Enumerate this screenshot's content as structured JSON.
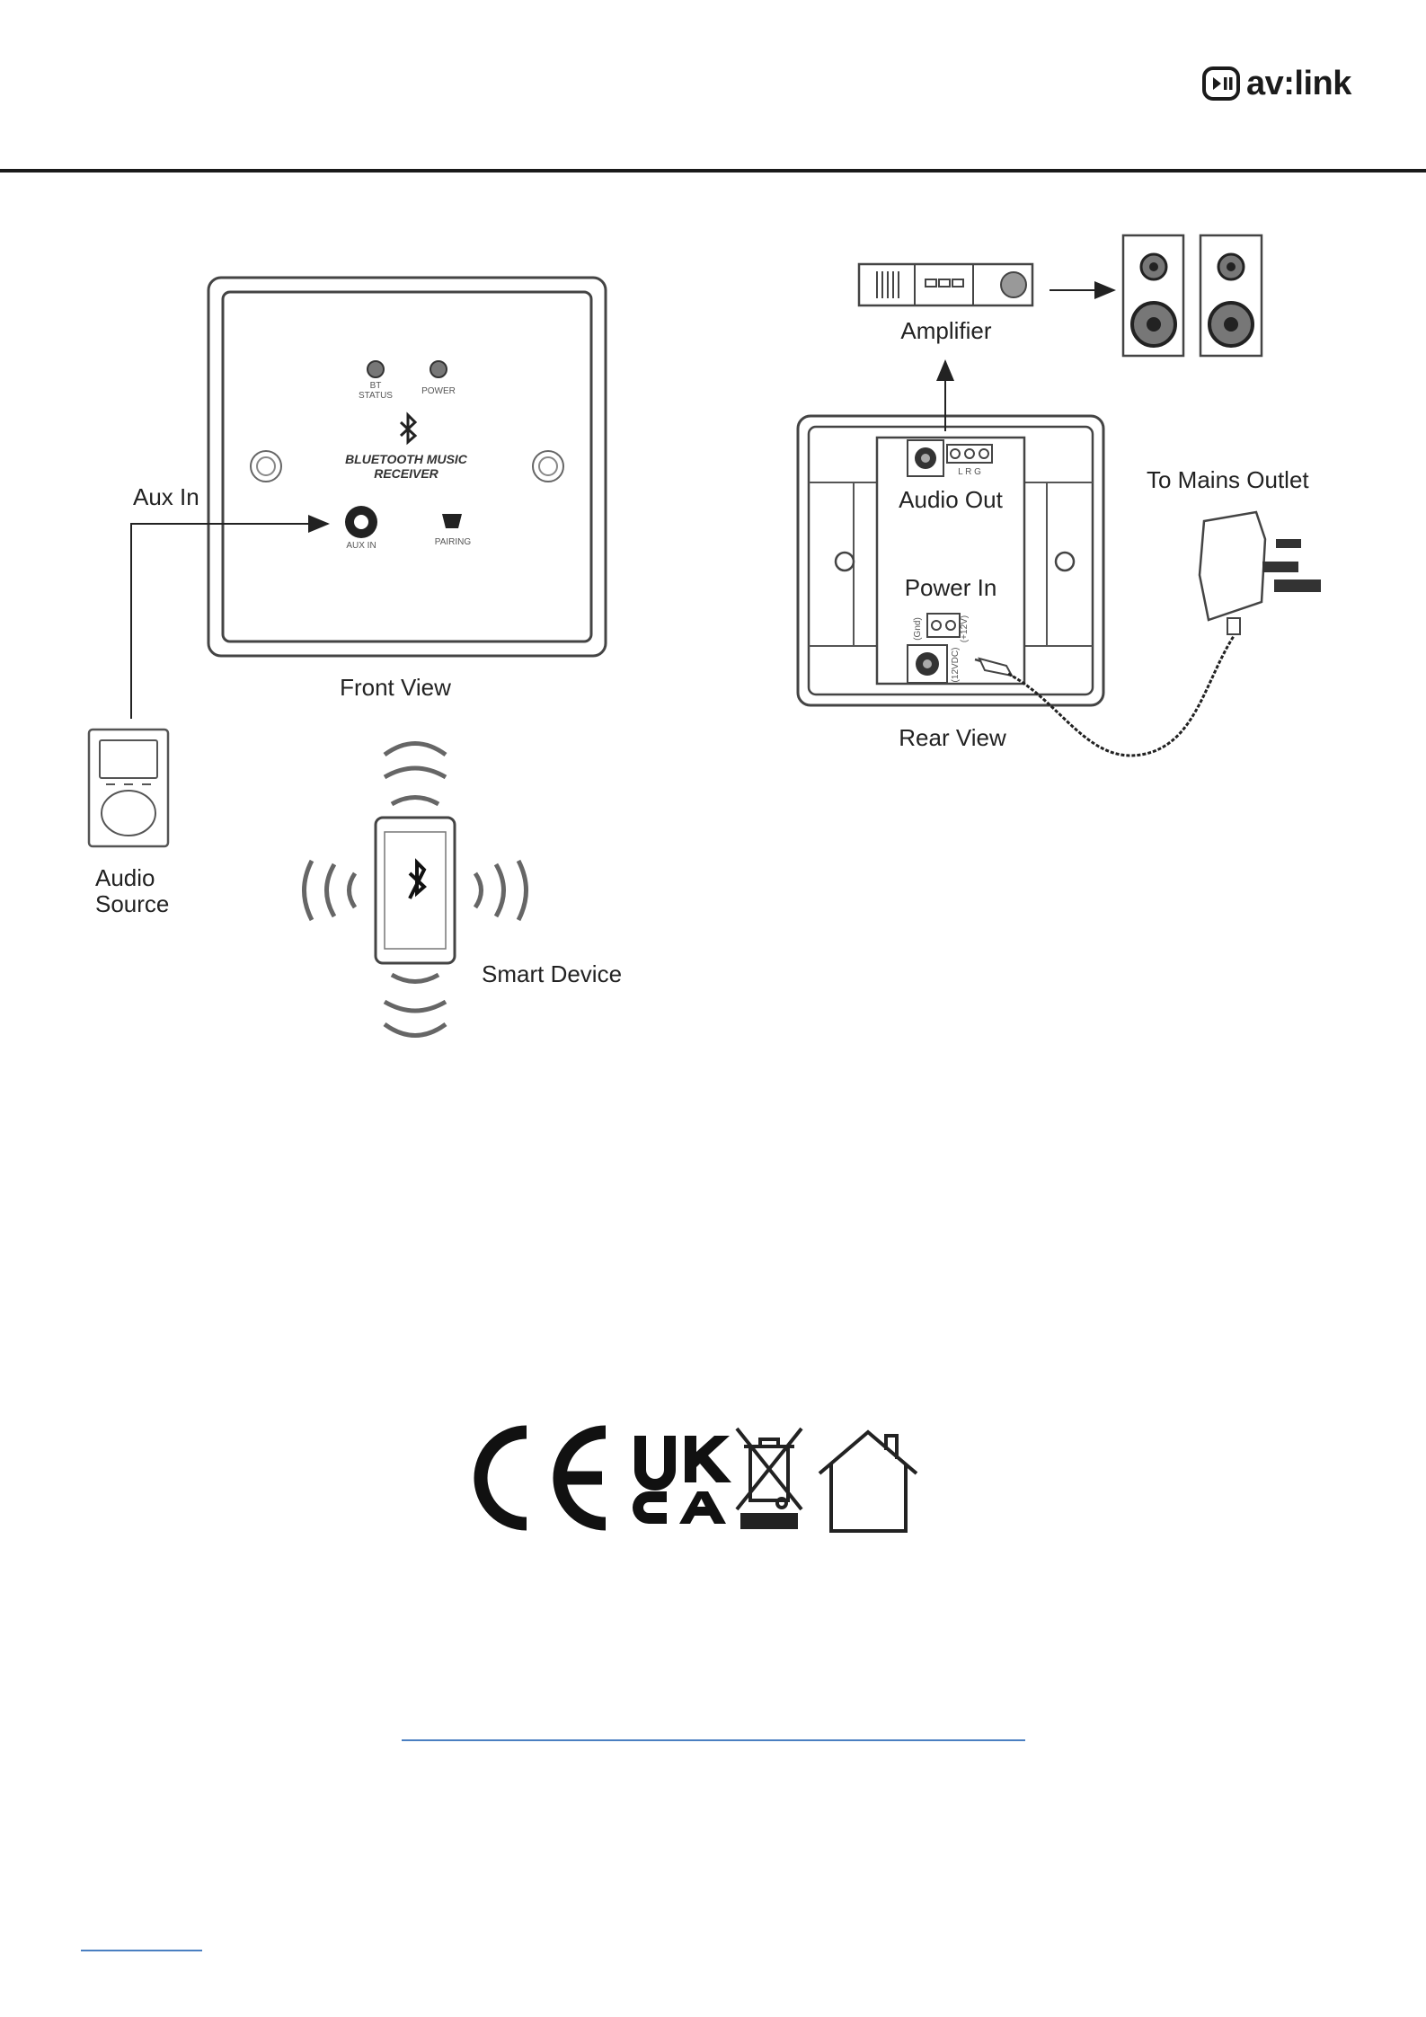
{
  "header": {
    "logo_text": "av:link"
  },
  "diagram": {
    "labels": {
      "aux_in": "Aux In",
      "front_view": "Front View",
      "audio_source_line1": "Audio",
      "audio_source_line2": "Source",
      "smart_device": "Smart Device",
      "amplifier": "Amplifier",
      "to_mains_outlet": "To Mains Outlet",
      "audio_out": "Audio Out",
      "power_in": "Power In",
      "rear_view": "Rear View"
    },
    "panel_text": {
      "bt_status": "BT\nSTATUS",
      "power": "POWER",
      "product_line1": "BLUETOOTH MUSIC",
      "product_line2": "RECEIVER",
      "aux_in_small": "AUX IN",
      "pairing": "PAIRING",
      "terminal_lr": "L  R  G",
      "gnd": "(Gnd)",
      "plus12v": "(+12V)",
      "twelve_vdc": "(12VDC)"
    }
  },
  "certifications": {
    "ce": "CE",
    "ukca_line1": "UK",
    "ukca_line2": "CA"
  }
}
